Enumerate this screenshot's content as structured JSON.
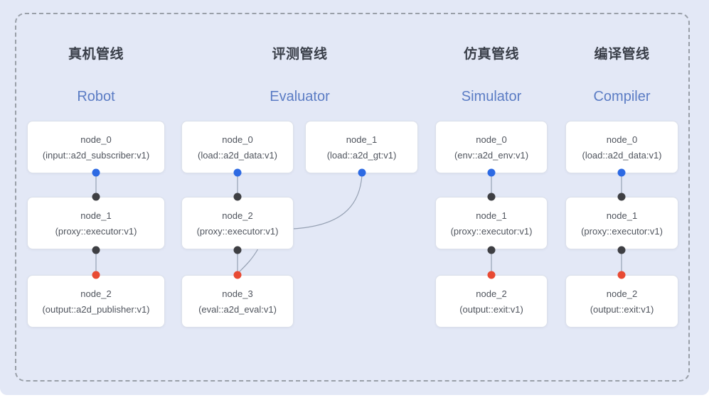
{
  "pipelines": [
    {
      "id": "robot",
      "title_zh": "真机管线",
      "title_en": "Robot",
      "nodes": [
        {
          "name": "node_0",
          "type": "(input::a2d_subscriber:v1)"
        },
        {
          "name": "node_1",
          "type": "(proxy::executor:v1)"
        },
        {
          "name": "node_2",
          "type": "(output::a2d_publisher:v1)"
        }
      ]
    },
    {
      "id": "evaluator",
      "title_zh": "评测管线",
      "title_en": "Evaluator",
      "nodes": [
        {
          "name": "node_0",
          "type": "(load::a2d_data:v1)"
        },
        {
          "name": "node_1",
          "type": "(load::a2d_gt:v1)"
        },
        {
          "name": "node_2",
          "type": "(proxy::executor:v1)"
        },
        {
          "name": "node_3",
          "type": "(eval::a2d_eval:v1)"
        }
      ]
    },
    {
      "id": "simulator",
      "title_zh": "仿真管线",
      "title_en": "Simulator",
      "nodes": [
        {
          "name": "node_0",
          "type": "(env::a2d_env:v1)"
        },
        {
          "name": "node_1",
          "type": "(proxy::executor:v1)"
        },
        {
          "name": "node_2",
          "type": "(output::exit:v1)"
        }
      ]
    },
    {
      "id": "compiler",
      "title_zh": "编译管线",
      "title_en": "Compiler",
      "nodes": [
        {
          "name": "node_0",
          "type": "(load::a2d_data:v1)"
        },
        {
          "name": "node_1",
          "type": "(proxy::executor:v1)"
        },
        {
          "name": "node_2",
          "type": "(output::exit:v1)"
        }
      ]
    }
  ],
  "colors": {
    "background": "#e3e8f6",
    "frame_dash": "#999fa8",
    "node_border": "#dbe0ea",
    "node_text": "#4f545d",
    "title_zh": "#3a3f49",
    "title_en": "#5b7cc4",
    "edge": "#96a1b3",
    "port_output_blue": "#2d6ae3",
    "port_mid_black": "#3e3f43",
    "port_input_red": "#e84a33"
  }
}
